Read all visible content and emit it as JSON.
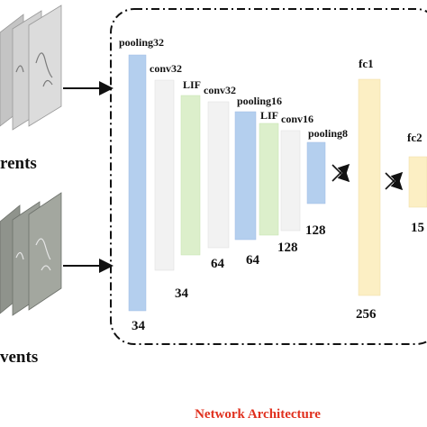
{
  "input_labels": {
    "top": "rents",
    "bottom": "vents"
  },
  "layers": {
    "pooling32": "pooling32",
    "conv32": "conv32",
    "lif_1": "LIF",
    "conv32_b": "conv32",
    "pooling16": "pooling16",
    "lif_2": "LIF",
    "conv16": "conv16",
    "pooling8": "pooling8",
    "fc1": "fc1",
    "fc2": "fc2"
  },
  "sizes": {
    "pooling32": "34",
    "conv32": "34",
    "conv32_b": "64",
    "pooling16": "64",
    "conv16": "128",
    "pooling8": "128",
    "fc1": "256",
    "fc2": "15"
  },
  "caption": "Network Architecture",
  "colors": {
    "blue_front": "#b4cfee",
    "blue_top": "#7aa3d6",
    "white_front": "#f2f2f2",
    "white_top": "#c9c9c9",
    "green_front": "#dcefcb",
    "green_top": "#a9d18e",
    "yellow_front": "#fcefc4",
    "yellow_top": "#f2dc8e",
    "caption": "#e0301e",
    "border": "#111111"
  }
}
